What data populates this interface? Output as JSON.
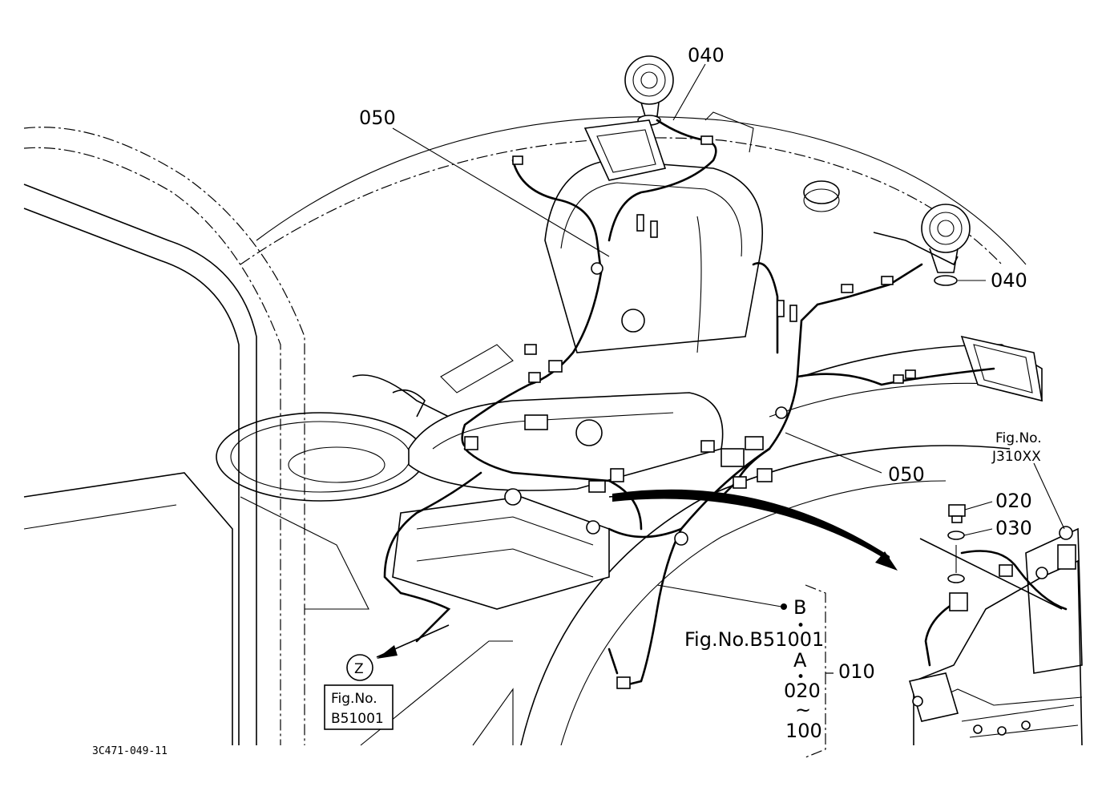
{
  "callouts": {
    "p040_top": "040",
    "p040_right": "040",
    "p050_top": "050",
    "p050_right": "050",
    "p020": "020",
    "p030": "030",
    "p010": "010"
  },
  "refs": {
    "fig_j310": {
      "line1": "Fig.No.",
      "line2": "J310XX"
    },
    "fig_b51001_box": {
      "line1": "Fig.No.",
      "line2": "B51001"
    },
    "z_marker": "Z",
    "ref_stack": {
      "b": "B",
      "dot1": "•",
      "fig": "Fig.No.B51001",
      "a": "A",
      "dot2": "•",
      "from": "020",
      "tilde": "~",
      "to": "100"
    }
  },
  "drawing_code": "3C471-049-11"
}
